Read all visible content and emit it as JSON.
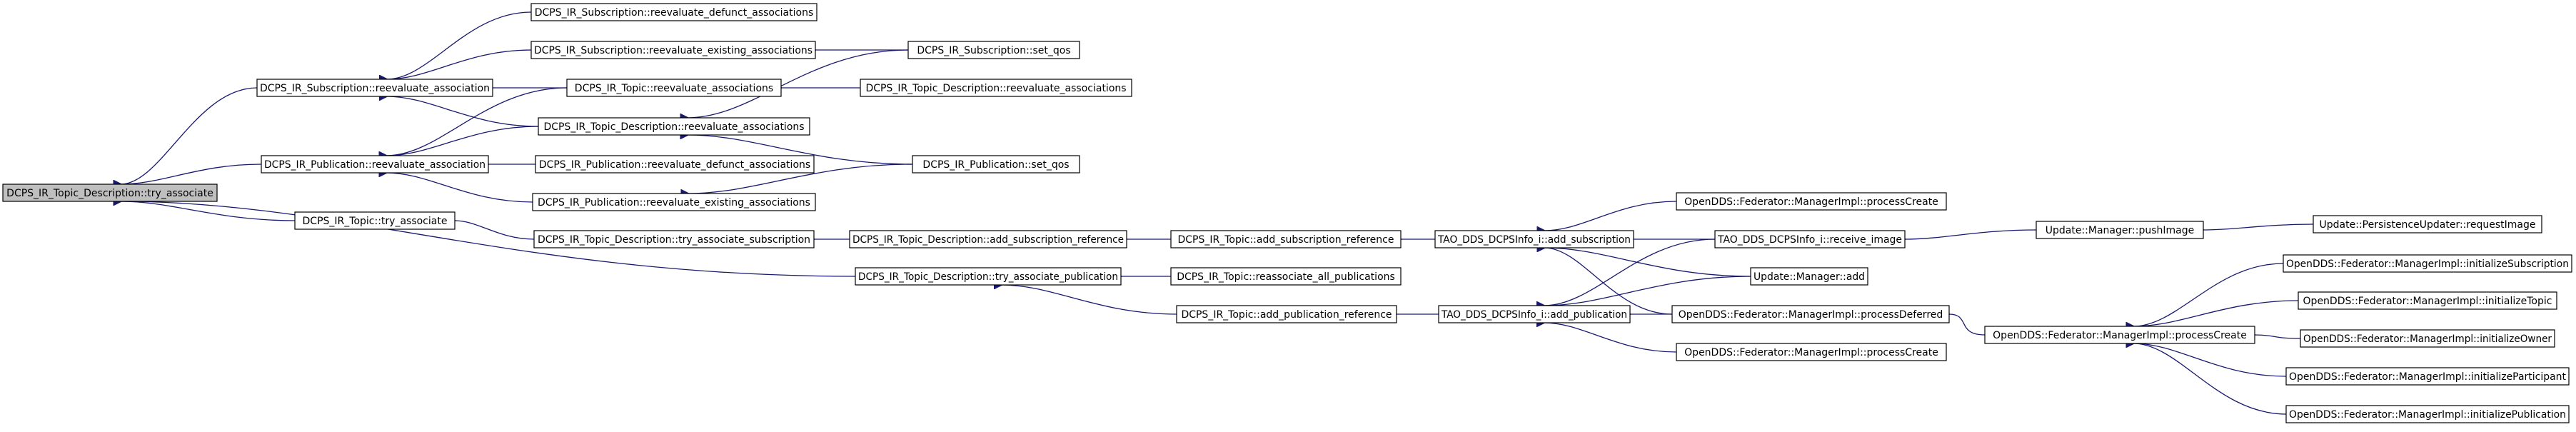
{
  "graph": {
    "title": "",
    "nodes": [
      {
        "id": "n_root",
        "label": "DCPS_IR_Topic_Description::try_associate",
        "root": true
      },
      {
        "id": "n_sub_reeval_assoc",
        "label": "DCPS_IR_Subscription::reevaluate_association"
      },
      {
        "id": "n_pub_reeval_assoc",
        "label": "DCPS_IR_Publication::reevaluate_association"
      },
      {
        "id": "n_topic_try_assoc",
        "label": "DCPS_IR_Topic::try_associate"
      },
      {
        "id": "n_td_try_assoc_pub",
        "label": "DCPS_IR_Topic_Description::try_associate_publication"
      },
      {
        "id": "n_sub_reeval_defunct",
        "label": "DCPS_IR_Subscription::reevaluate_defunct_associations"
      },
      {
        "id": "n_sub_reeval_existing",
        "label": "DCPS_IR_Subscription::reevaluate_existing_associations"
      },
      {
        "id": "n_topic_reeval_assocs",
        "label": "DCPS_IR_Topic::reevaluate_associations"
      },
      {
        "id": "n_td_reeval_assocs",
        "label": "DCPS_IR_Topic_Description::reevaluate_associations"
      },
      {
        "id": "n_pub_reeval_defunct",
        "label": "DCPS_IR_Publication::reevaluate_defunct_associations"
      },
      {
        "id": "n_pub_reeval_existing",
        "label": "DCPS_IR_Publication::reevaluate_existing_associations"
      },
      {
        "id": "n_td_try_assoc_sub",
        "label": "DCPS_IR_Topic_Description::try_associate_subscription"
      },
      {
        "id": "n_topic_reassoc_all",
        "label": "DCPS_IR_Topic::reassociate_all_publications"
      },
      {
        "id": "n_topic_add_pub_ref",
        "label": "DCPS_IR_Topic::add_publication_reference"
      },
      {
        "id": "n_sub_set_qos",
        "label": "DCPS_IR_Subscription::set_qos"
      },
      {
        "id": "n_td_reeval_assocs2",
        "label": "DCPS_IR_Topic_Description::reevaluate_associations"
      },
      {
        "id": "n_pub_set_qos",
        "label": "DCPS_IR_Publication::set_qos"
      },
      {
        "id": "n_td_add_sub_ref",
        "label": "DCPS_IR_Topic_Description::add_subscription_reference"
      },
      {
        "id": "n_topic_add_sub_ref",
        "label": "DCPS_IR_Topic::add_subscription_reference"
      },
      {
        "id": "n_info_add_sub",
        "label": "TAO_DDS_DCPSInfo_i::add_subscription"
      },
      {
        "id": "n_info_add_pub",
        "label": "TAO_DDS_DCPSInfo_i::add_publication"
      },
      {
        "id": "n_fed_processCreate_1",
        "label": "OpenDDS::Federator::ManagerImpl::processCreate"
      },
      {
        "id": "n_info_receive_image",
        "label": "TAO_DDS_DCPSInfo_i::receive_image"
      },
      {
        "id": "n_update_mgr_add",
        "label": "Update::Manager::add"
      },
      {
        "id": "n_fed_processDeferred",
        "label": "OpenDDS::Federator::ManagerImpl::processDeferred"
      },
      {
        "id": "n_fed_processCreate_2",
        "label": "OpenDDS::Federator::ManagerImpl::processCreate"
      },
      {
        "id": "n_update_mgr_pushImage",
        "label": "Update::Manager::pushImage"
      },
      {
        "id": "n_fed_processCreate_3",
        "label": "OpenDDS::Federator::ManagerImpl::processCreate"
      },
      {
        "id": "n_persist_requestImage",
        "label": "Update::PersistenceUpdater::requestImage"
      },
      {
        "id": "n_fed_initSub",
        "label": "OpenDDS::Federator::ManagerImpl::initializeSubscription"
      },
      {
        "id": "n_fed_initTopic",
        "label": "OpenDDS::Federator::ManagerImpl::initializeTopic"
      },
      {
        "id": "n_fed_initOwner",
        "label": "OpenDDS::Federator::ManagerImpl::initializeOwner"
      },
      {
        "id": "n_fed_initParticipant",
        "label": "OpenDDS::Federator::ManagerImpl::initializeParticipant"
      },
      {
        "id": "n_fed_initPub",
        "label": "OpenDDS::Federator::ManagerImpl::initializePublication"
      }
    ],
    "edges": [
      {
        "from": "n_sub_reeval_assoc",
        "to": "n_root"
      },
      {
        "from": "n_pub_reeval_assoc",
        "to": "n_root"
      },
      {
        "from": "n_topic_try_assoc",
        "to": "n_root"
      },
      {
        "from": "n_td_try_assoc_pub",
        "to": "n_root"
      },
      {
        "from": "n_sub_reeval_defunct",
        "to": "n_sub_reeval_assoc"
      },
      {
        "from": "n_sub_reeval_existing",
        "to": "n_sub_reeval_assoc"
      },
      {
        "from": "n_topic_reeval_assocs",
        "to": "n_sub_reeval_assoc"
      },
      {
        "from": "n_td_reeval_assocs",
        "to": "n_sub_reeval_assoc"
      },
      {
        "from": "n_topic_reeval_assocs",
        "to": "n_pub_reeval_assoc"
      },
      {
        "from": "n_td_reeval_assocs",
        "to": "n_pub_reeval_assoc"
      },
      {
        "from": "n_pub_reeval_defunct",
        "to": "n_pub_reeval_assoc"
      },
      {
        "from": "n_pub_reeval_existing",
        "to": "n_pub_reeval_assoc"
      },
      {
        "from": "n_td_try_assoc_sub",
        "to": "n_topic_try_assoc"
      },
      {
        "from": "n_topic_reassoc_all",
        "to": "n_td_try_assoc_pub"
      },
      {
        "from": "n_topic_add_pub_ref",
        "to": "n_td_try_assoc_pub"
      },
      {
        "from": "n_sub_set_qos",
        "to": "n_sub_reeval_existing"
      },
      {
        "from": "n_td_reeval_assocs2",
        "to": "n_topic_reeval_assocs"
      },
      {
        "from": "n_sub_set_qos",
        "to": "n_td_reeval_assocs"
      },
      {
        "from": "n_pub_set_qos",
        "to": "n_td_reeval_assocs"
      },
      {
        "from": "n_pub_set_qos",
        "to": "n_pub_reeval_existing"
      },
      {
        "from": "n_td_add_sub_ref",
        "to": "n_td_try_assoc_sub"
      },
      {
        "from": "n_topic_add_sub_ref",
        "to": "n_td_add_sub_ref"
      },
      {
        "from": "n_info_add_sub",
        "to": "n_topic_add_sub_ref"
      },
      {
        "from": "n_info_add_pub",
        "to": "n_topic_add_pub_ref"
      },
      {
        "from": "n_fed_processCreate_1",
        "to": "n_info_add_sub"
      },
      {
        "from": "n_info_receive_image",
        "to": "n_info_add_sub"
      },
      {
        "from": "n_update_mgr_add",
        "to": "n_info_add_sub"
      },
      {
        "from": "n_fed_processDeferred",
        "to": "n_info_add_sub"
      },
      {
        "from": "n_info_receive_image",
        "to": "n_info_add_pub"
      },
      {
        "from": "n_update_mgr_add",
        "to": "n_info_add_pub"
      },
      {
        "from": "n_fed_processDeferred",
        "to": "n_info_add_pub"
      },
      {
        "from": "n_fed_processCreate_2",
        "to": "n_info_add_pub"
      },
      {
        "from": "n_update_mgr_pushImage",
        "to": "n_info_receive_image"
      },
      {
        "from": "n_fed_processCreate_3",
        "to": "n_fed_processDeferred"
      },
      {
        "from": "n_persist_requestImage",
        "to": "n_update_mgr_pushImage"
      },
      {
        "from": "n_fed_initSub",
        "to": "n_fed_processCreate_3"
      },
      {
        "from": "n_fed_initTopic",
        "to": "n_fed_processCreate_3"
      },
      {
        "from": "n_fed_initOwner",
        "to": "n_fed_processCreate_3"
      },
      {
        "from": "n_fed_initParticipant",
        "to": "n_fed_processCreate_3"
      },
      {
        "from": "n_fed_initPub",
        "to": "n_fed_processCreate_3"
      }
    ]
  }
}
